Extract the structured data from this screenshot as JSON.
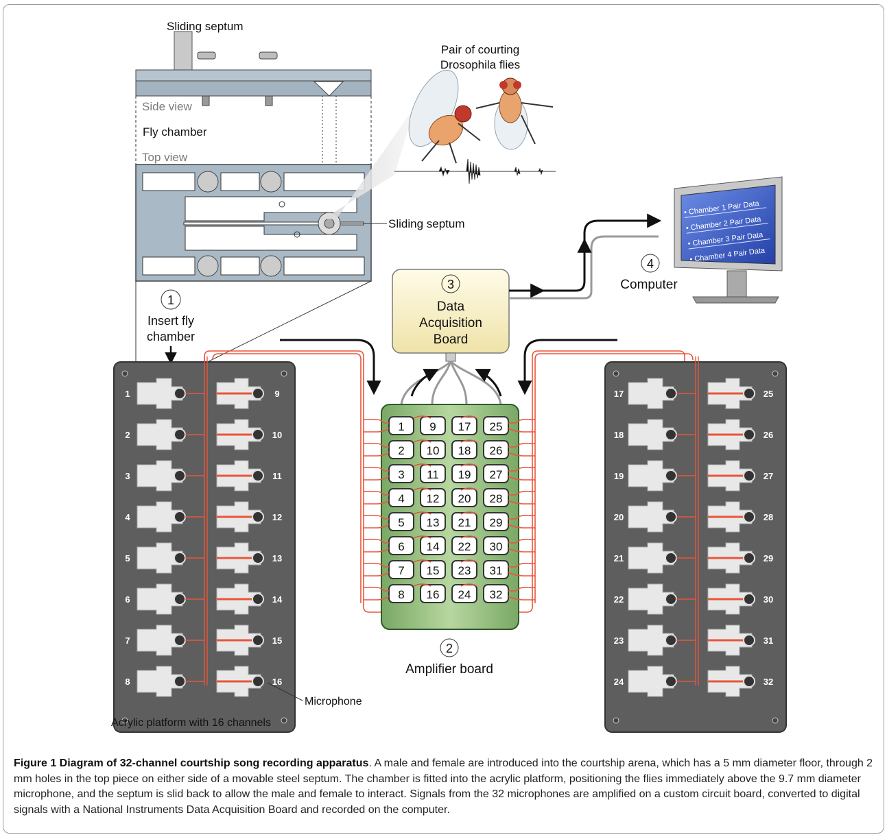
{
  "labels": {
    "sliding_septum_top": "Sliding septum",
    "pair_of_flies_line1": "Pair of courting",
    "pair_of_flies_line2": "Drosophila flies",
    "side_view": "Side view",
    "fly_chamber": "Fly chamber",
    "top_view": "Top view",
    "sliding_septum_right": "Sliding septum",
    "step1_number": "1",
    "step1_line1": "Insert fly",
    "step1_line2": "chamber",
    "step2_number": "2",
    "step2_label": "Amplifier board",
    "step3_number": "3",
    "step3_line1": "Data",
    "step3_line2": "Acquisition",
    "step3_line3": "Board",
    "step4_number": "4",
    "step4_label": "Computer",
    "microphone": "Microphone",
    "platform": "Acrylic platform with 16 channels"
  },
  "monitor_lines": [
    "• Chamber 1 Pair Data",
    "• Chamber 2 Pair Data",
    "• Chamber 3 Pair Data",
    "• Chamber 4 Pair Data"
  ],
  "left_panel_numbers": {
    "left": [
      "1",
      "2",
      "3",
      "4",
      "5",
      "6",
      "7",
      "8"
    ],
    "right": [
      "9",
      "10",
      "11",
      "12",
      "13",
      "14",
      "15",
      "16"
    ]
  },
  "right_panel_numbers": {
    "left": [
      "17",
      "18",
      "19",
      "20",
      "21",
      "22",
      "23",
      "24"
    ],
    "right": [
      "25",
      "26",
      "27",
      "28",
      "29",
      "30",
      "31",
      "32"
    ]
  },
  "amplifier_keys": [
    [
      "1",
      "9",
      "17",
      "25"
    ],
    [
      "2",
      "10",
      "18",
      "26"
    ],
    [
      "3",
      "11",
      "19",
      "27"
    ],
    [
      "4",
      "12",
      "20",
      "28"
    ],
    [
      "5",
      "13",
      "21",
      "29"
    ],
    [
      "6",
      "14",
      "22",
      "30"
    ],
    [
      "7",
      "15",
      "23",
      "31"
    ],
    [
      "8",
      "16",
      "24",
      "32"
    ]
  ],
  "caption": {
    "title": "Figure 1 Diagram of 32-channel courtship song recording apparatus",
    "body": ". A male and female are introduced into the courtship arena, which has a 5 mm diameter floor, through 2 mm holes in the top piece on either side of a movable steel septum. The chamber is fitted into the acrylic platform, positioning the flies immediately above the 9.7 mm diameter microphone, and the septum is slid back to allow the male and female to interact. Signals from the 32 microphones are amplified on a custom circuit board, converted to digital signals with a National Instruments Data Acquisition Board and recorded on the computer."
  },
  "colors": {
    "wire": "#e8553a",
    "panel": "#606060",
    "chamber_blue": "#a9b9c6",
    "amp_green": "#7aa865",
    "daq_yellow": "#f7f0cc",
    "screen_blue": "#3f62c9"
  }
}
